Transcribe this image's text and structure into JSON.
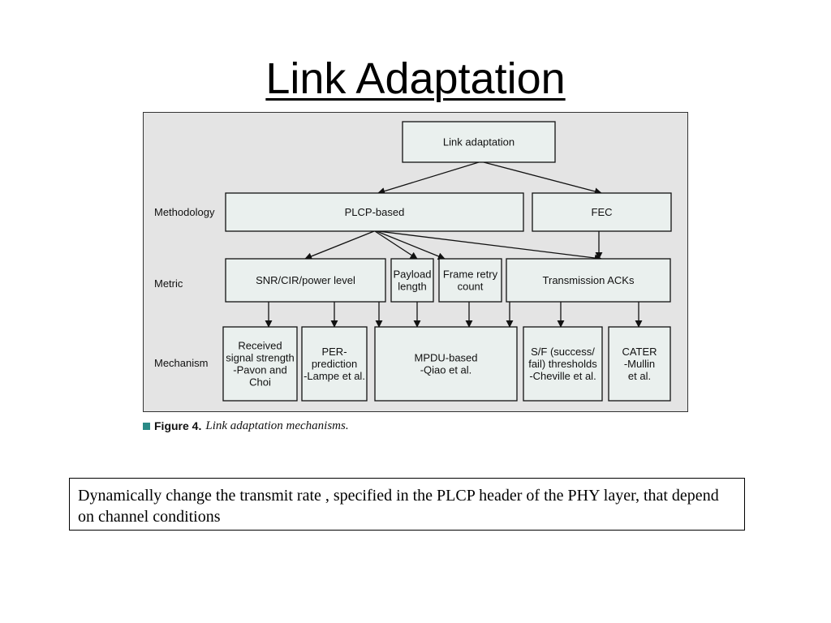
{
  "slide": {
    "title": "Link Adaptation",
    "note": "Dynamically change the transmit rate , specified in the PLCP header of the PHY layer, that depend on channel conditions"
  },
  "figure": {
    "caption_label": "Figure 4.",
    "caption_text": "Link adaptation mechanisms.",
    "row_labels": {
      "methodology": "Methodology",
      "metric": "Metric",
      "mechanism": "Mechanism"
    },
    "nodes": {
      "root": {
        "lines": [
          "Link adaptation"
        ]
      },
      "plcp": {
        "lines": [
          "PLCP-based"
        ]
      },
      "fec": {
        "lines": [
          "FEC"
        ]
      },
      "snr": {
        "lines": [
          "SNR/CIR/power level"
        ]
      },
      "payload": {
        "lines": [
          "Payload",
          "length"
        ]
      },
      "retry": {
        "lines": [
          "Frame retry",
          "count"
        ]
      },
      "acks": {
        "lines": [
          "Transmission ACKs"
        ]
      },
      "received": {
        "lines": [
          "Received",
          "signal strength",
          "-Pavon and",
          "Choi"
        ]
      },
      "per": {
        "lines": [
          "PER-",
          "prediction",
          "-Lampe et al."
        ]
      },
      "mpdu": {
        "lines": [
          "MPDU-based",
          "-Qiao et al."
        ]
      },
      "sf": {
        "lines": [
          "S/F (success/",
          "fail) thresholds",
          "-Cheville et al."
        ]
      },
      "cater": {
        "lines": [
          "CATER",
          "-Mullin",
          "et al."
        ]
      }
    },
    "edges": [
      [
        "root",
        "plcp"
      ],
      [
        "root",
        "fec"
      ],
      [
        "plcp",
        "snr"
      ],
      [
        "plcp",
        "payload"
      ],
      [
        "plcp",
        "retry"
      ],
      [
        "plcp",
        "acks"
      ],
      [
        "fec",
        "acks"
      ],
      [
        "snr",
        "received"
      ],
      [
        "snr",
        "per"
      ],
      [
        "snr",
        "mpdu"
      ],
      [
        "payload",
        "mpdu"
      ],
      [
        "retry",
        "mpdu"
      ],
      [
        "acks",
        "mpdu"
      ],
      [
        "acks",
        "sf"
      ],
      [
        "acks",
        "cater"
      ]
    ]
  }
}
